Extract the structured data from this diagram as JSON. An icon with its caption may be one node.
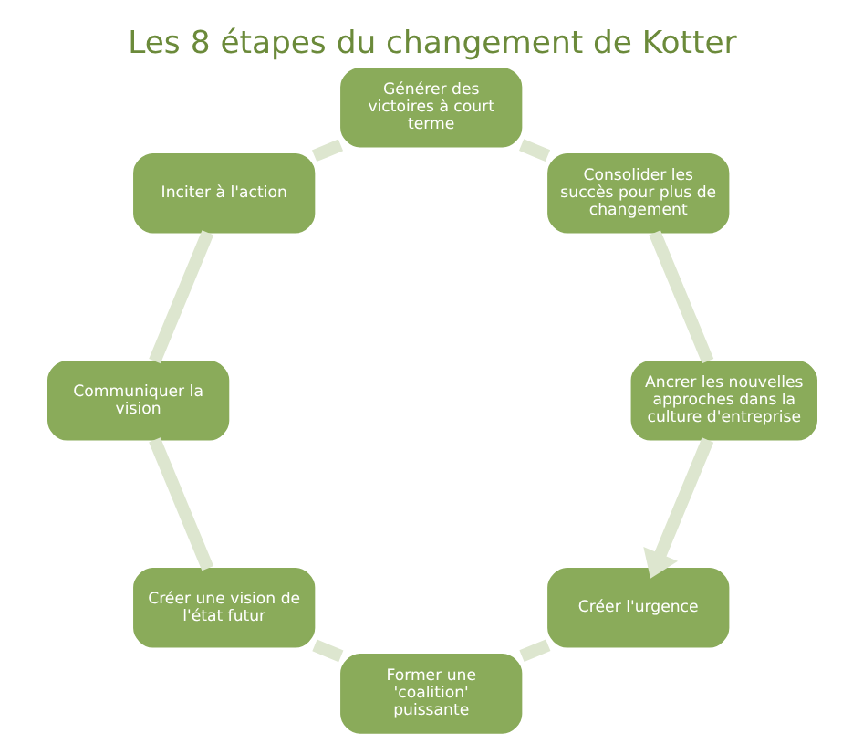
{
  "diagram": {
    "title": "Les 8 étapes du changement de Kotter",
    "nodes": [
      {
        "text": [
          "Créer l'urgence"
        ]
      },
      {
        "text": [
          "Former une 'coalition' puissante"
        ]
      },
      {
        "text": [
          "Créer une vision de l'état futur"
        ]
      },
      {
        "text": [
          "Communiquer la vision"
        ]
      },
      {
        "text": [
          "Inciter à l'action"
        ]
      },
      {
        "text": [
          "Générer des victoires à court terme"
        ]
      },
      {
        "text": [
          "Consolider les succès pour plus de changement"
        ]
      },
      {
        "text": [
          "Ancrer les nouvelles approches dans la culture d'entreprise"
        ]
      }
    ],
    "edges": [
      {
        "from": 0,
        "to": 1,
        "arrow": "none"
      },
      {
        "from": 1,
        "to": 2,
        "arrow": "none"
      },
      {
        "from": 2,
        "to": 3,
        "arrow": "none"
      },
      {
        "from": 3,
        "to": 4,
        "arrow": "none"
      },
      {
        "from": 4,
        "to": 5,
        "arrow": "none"
      },
      {
        "from": 5,
        "to": 6,
        "arrow": "none"
      },
      {
        "from": 6,
        "to": 7,
        "arrow": "none"
      },
      {
        "from": 7,
        "to": 0,
        "arrow": "to"
      }
    ]
  }
}
